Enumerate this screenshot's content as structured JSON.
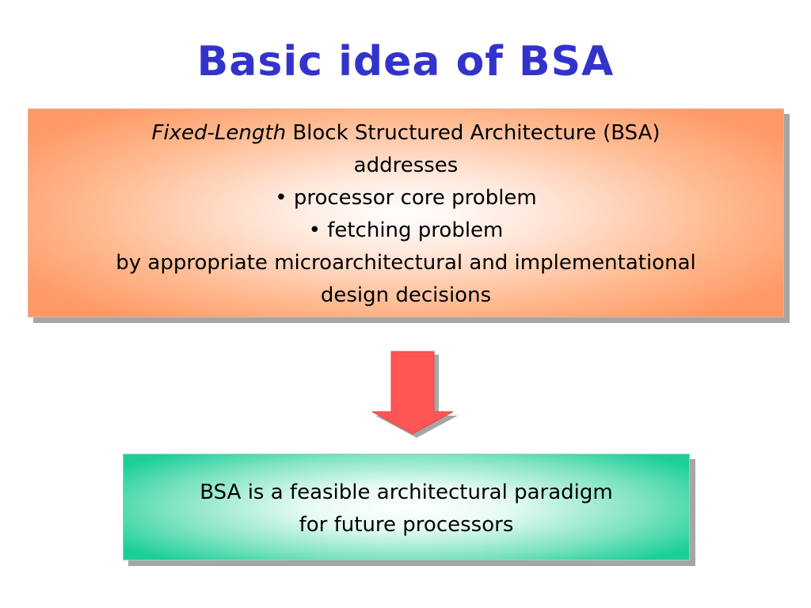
{
  "slide": {
    "title": "Basic idea of BSA"
  },
  "top_box": {
    "line1_italic": "Fixed-Length",
    "line1_rest": " Block Structured Architecture (BSA)",
    "line2": "addresses",
    "bullet1": "• processor core problem",
    "bullet2": "• fetching problem",
    "line5": "by appropriate microarchitectural and implementational",
    "line6": "design decisions"
  },
  "bottom_box": {
    "line1": "BSA is a feasible architectural paradigm",
    "line2": "for future processors"
  },
  "colors": {
    "title": "#3333cc",
    "top_box_fill": "#ff9966",
    "bottom_box_fill": "#1ccf99",
    "arrow_fill": "#ff5555",
    "shadow": "#a6a6a6"
  }
}
